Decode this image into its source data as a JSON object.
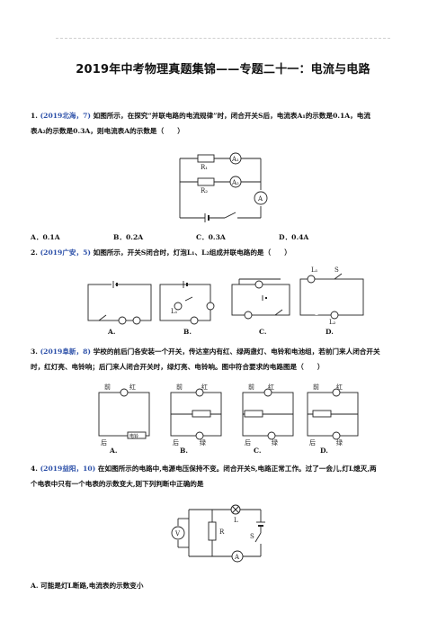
{
  "title": "2019年中考物理真题集锦——专题二十一：电流与电路",
  "q1": {
    "num": "1.",
    "source": "(2019北海，7)",
    "text_line1": "如图所示，在探究“并联电路的电流规律”时，闭合开关S后，电流表A₁的示数是0.1A，电流",
    "text_line2": "表A₂的示数是0.3A，则电流表A的示数是（　　）",
    "labels": [
      "R₁",
      "R₂",
      "A₁",
      "A₂",
      "A"
    ],
    "options": [
      "A．0.1A",
      "B．0.2A",
      "C．0.3A",
      "D．0.4A"
    ]
  },
  "q2": {
    "num": "2.",
    "source": "(2019广安，5)",
    "text": "如图所示，开关S闭合时，灯泡L₁、L₂组成并联电路的是（　　）",
    "labels": [
      "L₁",
      "L₂",
      "S"
    ],
    "options": [
      "A.",
      "B.",
      "C.",
      "D."
    ]
  },
  "q3": {
    "num": "3.",
    "source": "(2019阜新，8)",
    "text_line1": "学校的前后门各安装一个开关，传达室内有红、绿两盏灯、电铃和电池组，若前门来人闭合开关",
    "text_line2": "时，红灯亮、电铃响；后门来人闭合开关时，绿灯亮、电铃响。图中符合要求的电路图是（　　）",
    "labels": [
      "前",
      "后",
      "红",
      "绿",
      "电铃"
    ],
    "options": [
      "A.",
      "B.",
      "C.",
      "D."
    ]
  },
  "q4": {
    "num": "4.",
    "source": "(2019益阳，10)",
    "text_line1": "在如图所示的电路中,电源电压保持不变。闭合开关S,电路正常工作。过了一会儿,灯L熄灭,两",
    "text_line2": "个电表中只有一个电表的示数变大,则下列判断中正确的是",
    "labels": [
      "V",
      "R",
      "L",
      "S",
      "A"
    ],
    "option_a": "A. 可能是灯L断路,电流表的示数变小"
  }
}
